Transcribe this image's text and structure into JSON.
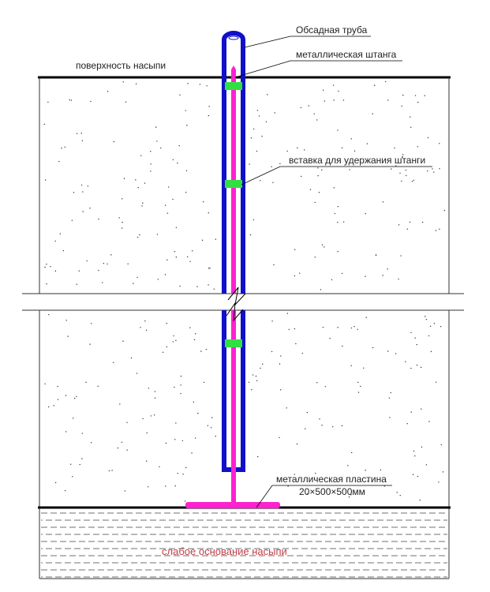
{
  "labels": {
    "casing_pipe": "Обсадная труба",
    "metal_rod": "металлическая штанга",
    "fill_surface": "поверхность насыпи",
    "rod_insert": "вставка для удержания штанги",
    "metal_plate": "металлическая пластина",
    "plate_size": "20×500×500мм",
    "weak_base": "слабое основание насыпи"
  },
  "colors": {
    "pipe": "#1010c8",
    "rod": "#ff20d0",
    "insert": "#30e040",
    "weak_base_text": "#c0404a"
  }
}
